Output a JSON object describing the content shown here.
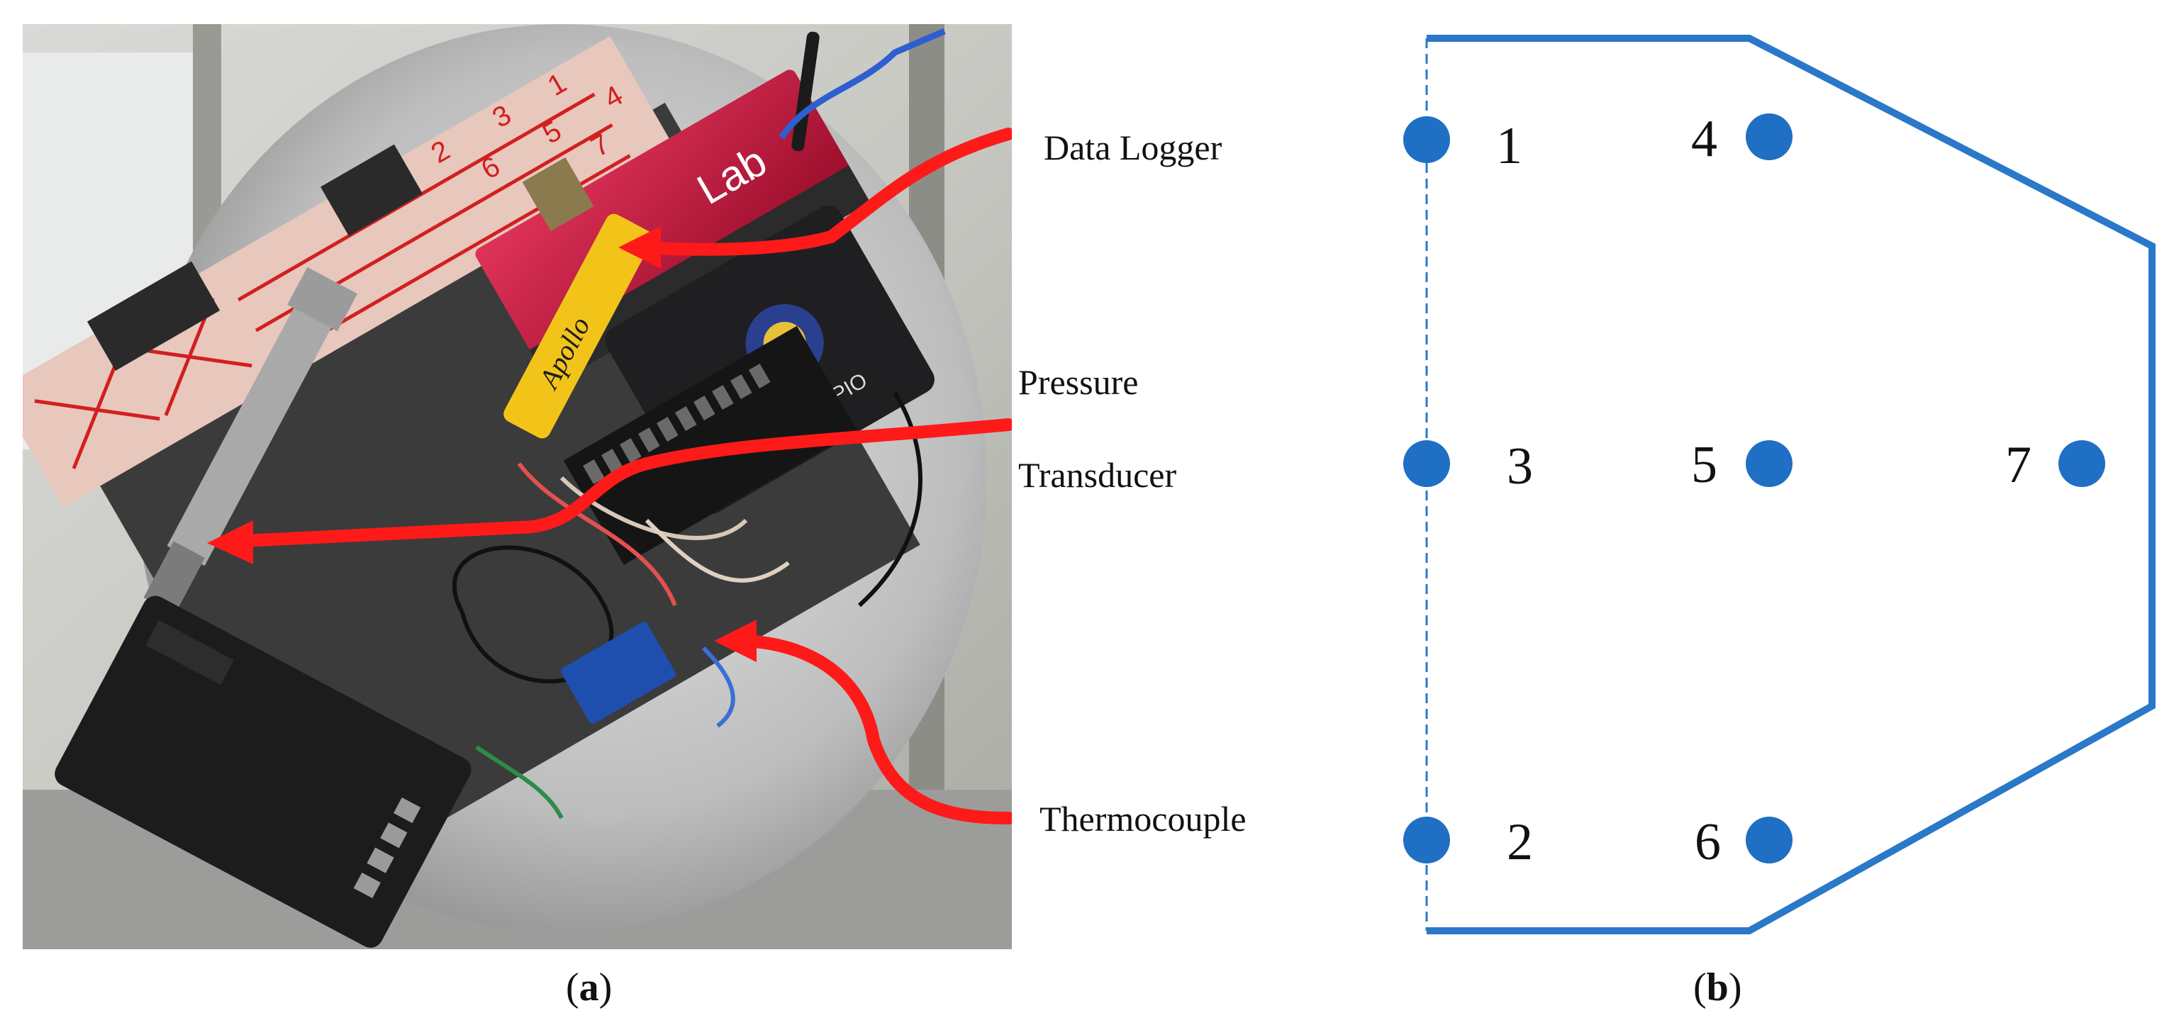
{
  "panel_a": {
    "caption_label": "a",
    "callouts": {
      "data_logger": "Data Logger",
      "pressure_line1": "Pressure",
      "pressure_line2": "Transducer",
      "thermocouple": "Thermocouple"
    },
    "photo_text": {
      "tag_brand": "Apollo",
      "box_brand": "DOE·NEPIO",
      "logger_text": "Lab",
      "tape_numbers": [
        "1",
        "2",
        "3",
        "4",
        "5",
        "6",
        "7"
      ]
    },
    "colors": {
      "arrow": "#ff1a1a",
      "logger": "#c8143a",
      "tag": "#f2c41a",
      "plate": "#3a3a3a",
      "tape": "#e9c9c0"
    }
  },
  "panel_b": {
    "caption_label": "b",
    "outline_color": "#2a78c8",
    "dot_color": "#1f6fc4",
    "sensors": [
      {
        "id": "1",
        "label": "1"
      },
      {
        "id": "2",
        "label": "2"
      },
      {
        "id": "3",
        "label": "3"
      },
      {
        "id": "4",
        "label": "4"
      },
      {
        "id": "5",
        "label": "5"
      },
      {
        "id": "6",
        "label": "6"
      },
      {
        "id": "7",
        "label": "7"
      }
    ]
  }
}
